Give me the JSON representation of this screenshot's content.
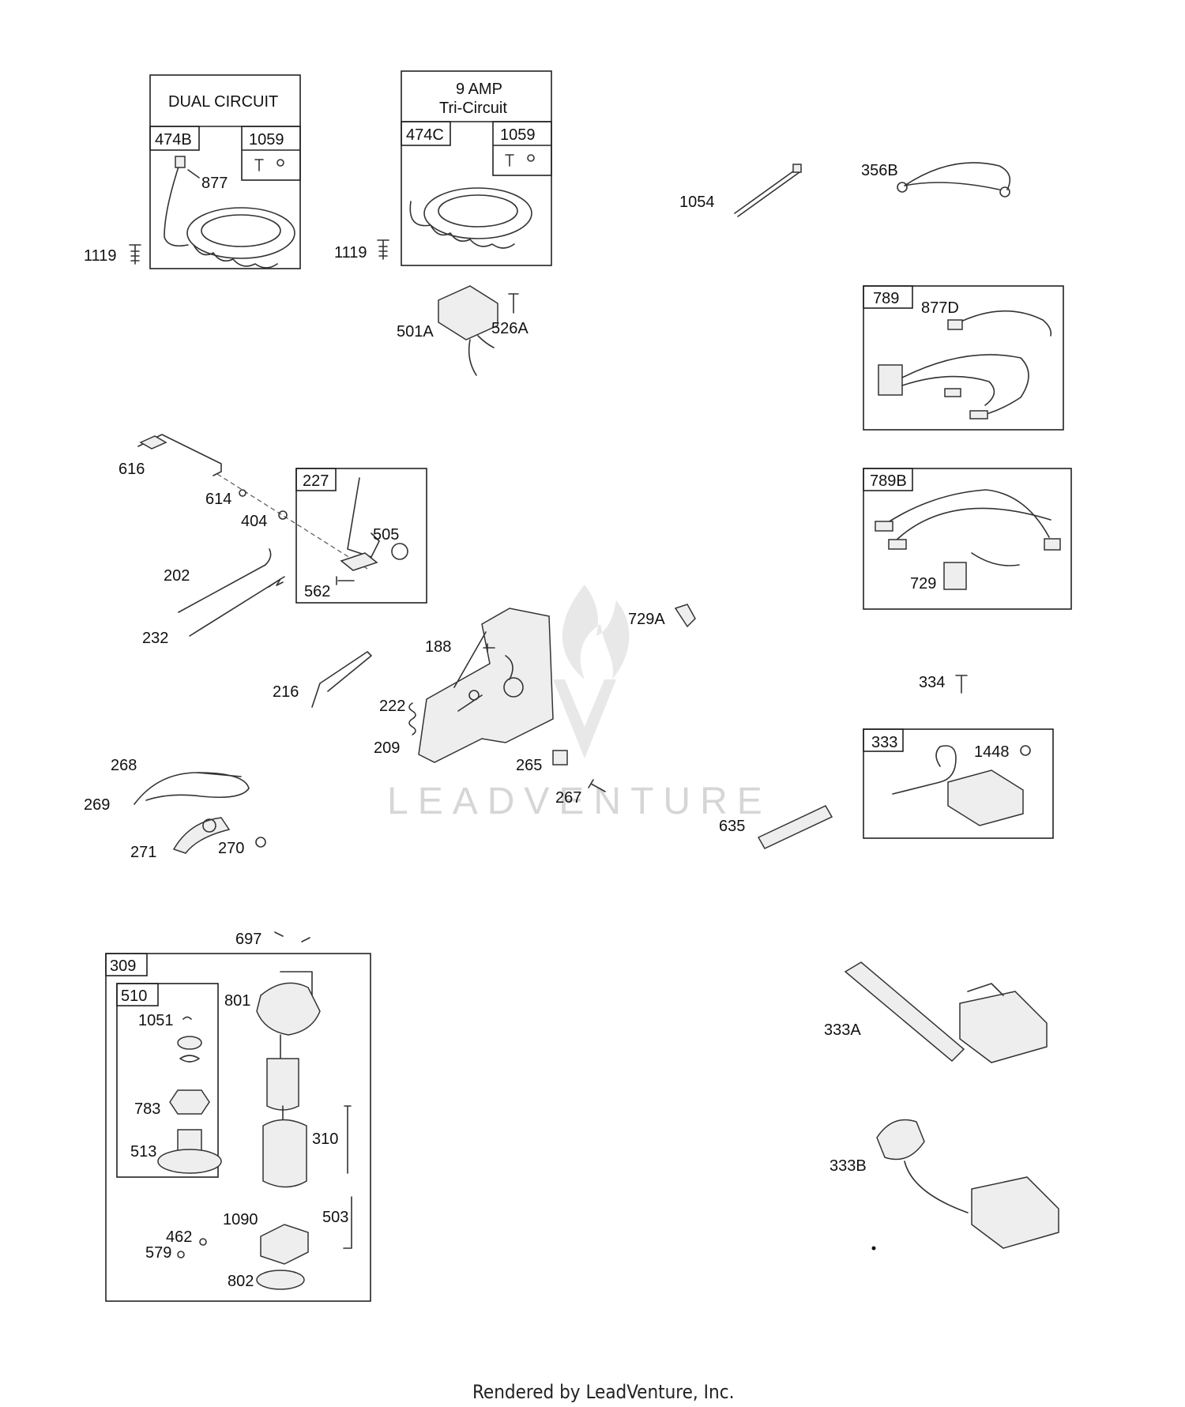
{
  "boxes": {
    "dual_circuit_title": "DUAL CIRCUIT",
    "amp_title_line1": "9   AMP",
    "amp_title_line2": "Tri-Circuit"
  },
  "labels": {
    "474B": "474B",
    "1059a": "1059",
    "877": "877",
    "1119a": "1119",
    "474C": "474C",
    "1059b": "1059",
    "1119b": "1119",
    "501A": "501A",
    "526A": "526A",
    "1054": "1054",
    "356B": "356B",
    "789": "789",
    "877D": "877D",
    "789B": "789B",
    "729": "729",
    "616": "616",
    "614": "614",
    "404": "404",
    "227": "227",
    "505": "505",
    "562": "562",
    "202": "202",
    "232": "232",
    "729A": "729A",
    "188": "188",
    "216": "216",
    "222": "222",
    "209": "209",
    "265": "265",
    "267": "267",
    "334": "334",
    "333": "333",
    "1448": "1448",
    "635": "635",
    "268": "268",
    "269": "269",
    "271": "271",
    "270": "270",
    "697": "697",
    "309": "309",
    "510": "510",
    "801": "801",
    "1051": "1051",
    "783": "783",
    "513": "513",
    "310": "310",
    "503": "503",
    "1090": "1090",
    "462": "462",
    "579": "579",
    "802": "802",
    "333A": "333A",
    "333B": "333B"
  },
  "watermark": "LEADVENTURE",
  "footer": "Rendered by LeadVenture, Inc."
}
